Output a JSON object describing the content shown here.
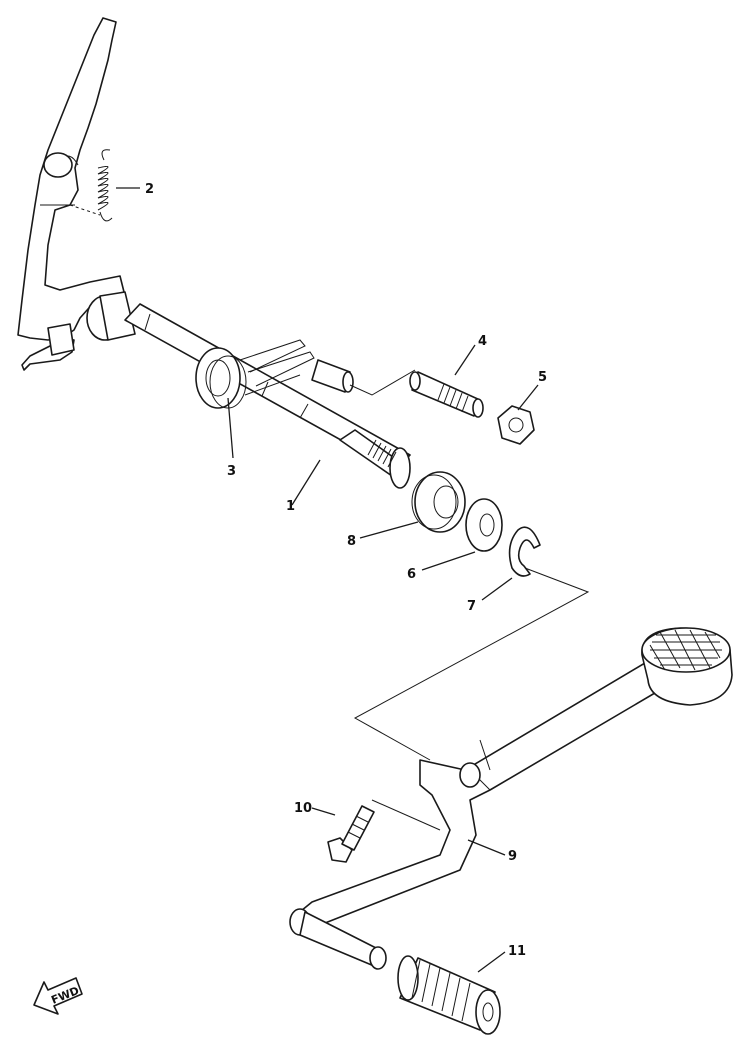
{
  "callouts": {
    "c1": "1",
    "c2": "2",
    "c3": "3",
    "c4": "4",
    "c5": "5",
    "c6": "6",
    "c7": "7",
    "c8": "8",
    "c9": "9",
    "c10": "10",
    "c11": "11"
  },
  "fwd_label": "FWD",
  "colors": {
    "ink": "#1a1a1a",
    "paper": "#ffffff"
  }
}
